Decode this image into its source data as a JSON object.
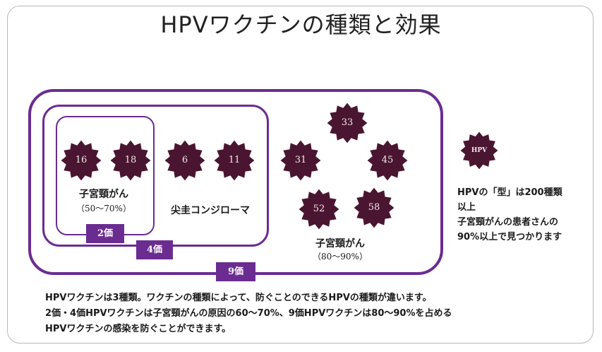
{
  "title": "HPVワクチンの種類と効果",
  "colors": {
    "purple": "#6b2c91",
    "badge": "#4a1530",
    "badge_text": "#f2e9ee"
  },
  "groups": {
    "tag_2": "2価",
    "tag_4": "4価",
    "tag_9": "9価"
  },
  "types": {
    "t16": "16",
    "t18": "18",
    "t6": "6",
    "t11": "11",
    "t31": "31",
    "t33": "33",
    "t45": "45",
    "t52": "52",
    "t58": "58"
  },
  "labels": {
    "cervical_2": "子宮頸がん",
    "pct_2": "（50〜70%）",
    "wart": "尖圭コンジローマ",
    "cervical_9": "子宮頸がん",
    "pct_9": "（80〜90%）"
  },
  "side_note": {
    "badge": "HPV",
    "line1": "HPVの「型」は200種類",
    "line2": "以上",
    "line3": "子宮頸がんの患者さんの",
    "line4": "90%以上で見つかります"
  },
  "description": {
    "line1": "HPVワクチンは3種類。ワクチンの種類によって、防ぐことのできるHPVの種類が違います。",
    "line2": "2価・4価HPVワクチンは子宮頸がんの原因の60〜70%、9価HPVワクチンは80〜90%を占める",
    "line3": "HPVワクチンの感染を防ぐことができます。"
  }
}
